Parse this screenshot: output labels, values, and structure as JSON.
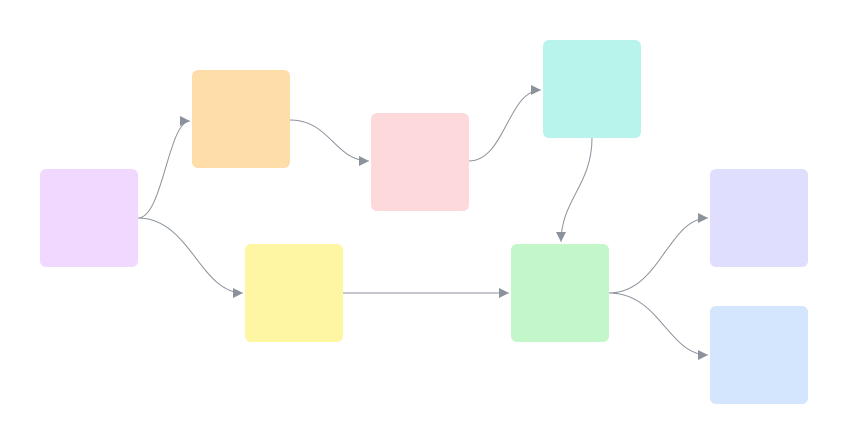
{
  "diagram": {
    "edge_color": "#8b929c",
    "nodes": [
      {
        "id": "n1",
        "color": "#f1d8fe"
      },
      {
        "id": "n2",
        "color": "#fedda8"
      },
      {
        "id": "n3",
        "color": "#fed9dc"
      },
      {
        "id": "n4",
        "color": "#b9f4ec"
      },
      {
        "id": "n5",
        "color": "#fef6a2"
      },
      {
        "id": "n6",
        "color": "#c3f6c8"
      },
      {
        "id": "n7",
        "color": "#dfdefe"
      },
      {
        "id": "n8",
        "color": "#d4e5fe"
      }
    ],
    "edges": [
      {
        "from": "n1",
        "to": "n2"
      },
      {
        "from": "n1",
        "to": "n5"
      },
      {
        "from": "n2",
        "to": "n3"
      },
      {
        "from": "n3",
        "to": "n4"
      },
      {
        "from": "n4",
        "to": "n6"
      },
      {
        "from": "n5",
        "to": "n6"
      },
      {
        "from": "n6",
        "to": "n7"
      },
      {
        "from": "n6",
        "to": "n8"
      }
    ]
  }
}
